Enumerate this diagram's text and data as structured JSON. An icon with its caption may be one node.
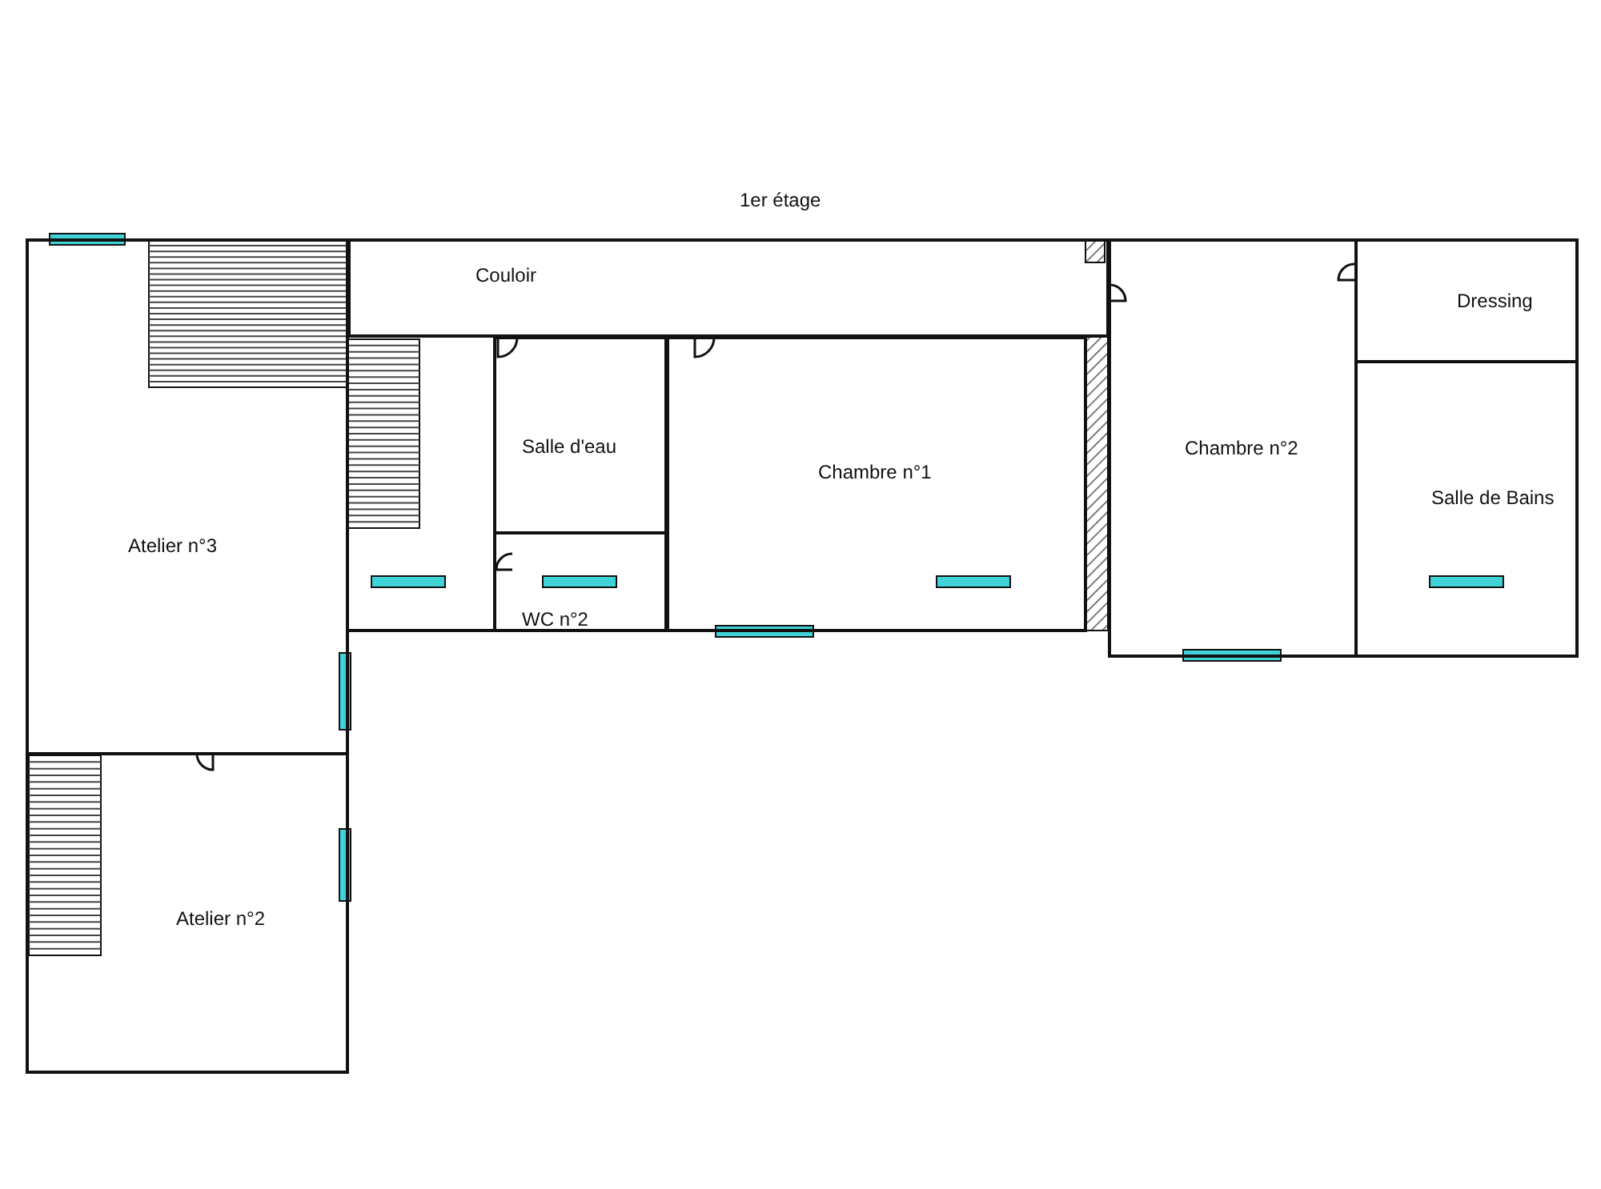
{
  "diagram": {
    "title": "1er étage",
    "nodes": [
      {
        "text": [
          "Couloir"
        ]
      },
      {
        "text": [
          "Salle d'eau"
        ]
      },
      {
        "text": [
          "Chambre n°1"
        ]
      },
      {
        "text": [
          "Chambre n°2"
        ]
      },
      {
        "text": [
          "Dressing"
        ]
      },
      {
        "text": [
          "Salle de Bains"
        ]
      },
      {
        "text": [
          "Atelier n°3"
        ]
      },
      {
        "text": [
          "WC n°2"
        ]
      },
      {
        "text": [
          "Atelier n°2"
        ]
      }
    ],
    "edges": []
  }
}
